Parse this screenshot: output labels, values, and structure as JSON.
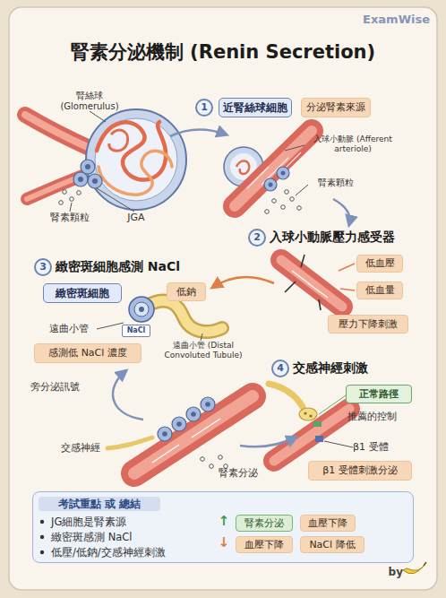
{
  "diagram": {
    "title": "腎素分泌機制 (Renin Secretion)",
    "nodes": [
      {
        "text": [
          "1"
        ]
      },
      {
        "text": [
          "近腎絲球細胞"
        ]
      },
      {
        "text": [
          "分泌腎素來源"
        ]
      },
      {
        "text": [
          "2"
        ]
      },
      {
        "text": [
          "低血壓"
        ]
      },
      {
        "text": [
          "低血量"
        ]
      },
      {
        "text": [
          "壓力下降刺激"
        ]
      },
      {
        "text": [
          "3"
        ]
      },
      {
        "text": [
          "緻密斑細胞"
        ]
      },
      {
        "text": [
          "低鈉"
        ]
      },
      {
        "text": [
          "NaCl"
        ]
      },
      {
        "text": [
          "感測低 NaCl 濃度"
        ]
      },
      {
        "text": [
          "4"
        ]
      },
      {
        "text": [
          "正常路徑"
        ]
      },
      {
        "text": [
          "β1 受體刺激分泌"
        ]
      },
      {
        "text": [
          "考試重點 或 總結",
          "JG細胞是腎素源",
          "緻密斑感測 NaCl",
          "低壓/低鈉/交感神經刺激"
        ]
      },
      {
        "text": [
          "腎素分泌"
        ],
        "in": 15
      },
      {
        "text": [
          "血壓下降"
        ],
        "in": 15
      },
      {
        "text": [
          "血壓下降"
        ],
        "in": 15
      },
      {
        "text": [
          "NaCl 降低"
        ],
        "in": 15
      }
    ],
    "labels": [
      "ExamWise",
      "腎絲球 (Glomerulus)",
      "腎素顆粒",
      "JGA",
      "入球小動脈 (Afferent arteriole)",
      "腎素顆粒",
      "入球小動脈壓力感受器",
      "緻密斑細胞感測 NaCl",
      "遠曲小管",
      "遠曲小管 (Distal Convoluted Tubule)",
      "旁分泌訊號",
      "交感神經",
      "腎素分泌",
      "交感神經刺激",
      "推薦的控制",
      "β1 受體",
      "↑",
      "↓",
      "by"
    ]
  }
}
